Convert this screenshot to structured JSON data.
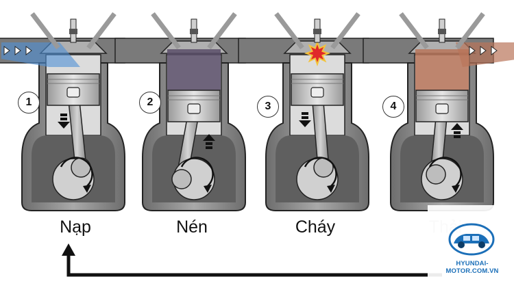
{
  "stages": [
    {
      "number": "1",
      "label": "Nạp"
    },
    {
      "number": "2",
      "label": "Nén"
    },
    {
      "number": "3",
      "label": "Cháy"
    },
    {
      "number": "4",
      "label": "Thải"
    }
  ],
  "watermark": {
    "text": "HYUNDAI-MOTOR.COM.VN"
  },
  "colors": {
    "intake_gas": "#4f8fd6",
    "compressed_gas": "#5a4f6a",
    "spark": "#e0282a",
    "exhaust_gas": "#b9755a",
    "metal": "#8c8c8c",
    "outline": "#222222"
  }
}
